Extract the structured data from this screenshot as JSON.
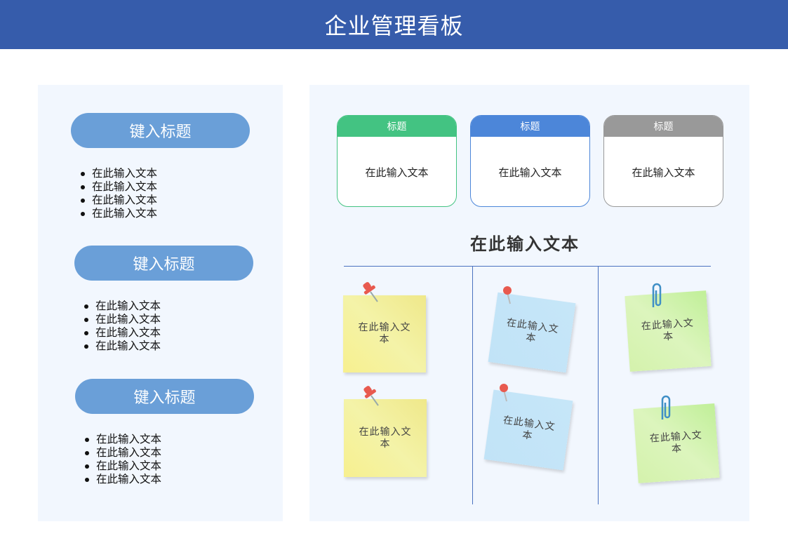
{
  "header": {
    "title": "企业管理看板"
  },
  "left": {
    "sections": [
      {
        "title": "键入标题",
        "items": [
          "在此输入文本",
          "在此输入文本",
          "在此输入文本",
          "在此输入文本"
        ]
      },
      {
        "title": "键入标题",
        "items": [
          "在此输入文本",
          "在此输入文本",
          "在此输入文本",
          "在此输入文本"
        ]
      },
      {
        "title": "键入标题",
        "items": [
          "在此输入文本",
          "在此输入文本",
          "在此输入文本",
          "在此输入文本"
        ]
      }
    ]
  },
  "cards": [
    {
      "title": "标题",
      "body": "在此输入文本",
      "color": "#43c382"
    },
    {
      "title": "标题",
      "body": "在此输入文本",
      "color": "#4c86d9"
    },
    {
      "title": "标题",
      "body": "在此输入文本",
      "color": "#999999"
    }
  ],
  "board": {
    "heading": "在此输入文本",
    "notes": [
      "在此输入文本",
      "在此输入文本",
      "在此输入文本",
      "在此输入文本",
      "在此输入文本",
      "在此输入文本"
    ]
  }
}
